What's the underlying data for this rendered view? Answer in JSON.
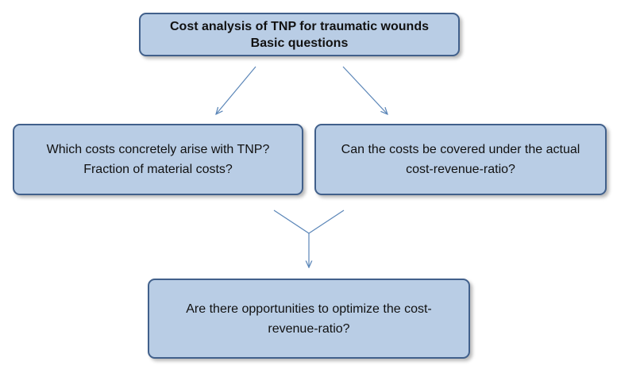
{
  "diagram": {
    "title_node": {
      "line1": "Cost analysis of TNP for traumatic wounds",
      "line2": "Basic questions"
    },
    "left_node": {
      "line1": "Which costs concretely arise with TNP?",
      "line2": "Fraction of material costs?"
    },
    "right_node": {
      "line1": "Can the costs be covered under the actual",
      "line2": "cost-revenue-ratio?"
    },
    "bottom_node": {
      "line1": "Are there opportunities to optimize the cost-",
      "line2": "revenue-ratio?"
    },
    "colors": {
      "box_fill": "#b9cde5",
      "box_border": "#41608b",
      "arrow": "#5b86b8"
    }
  }
}
